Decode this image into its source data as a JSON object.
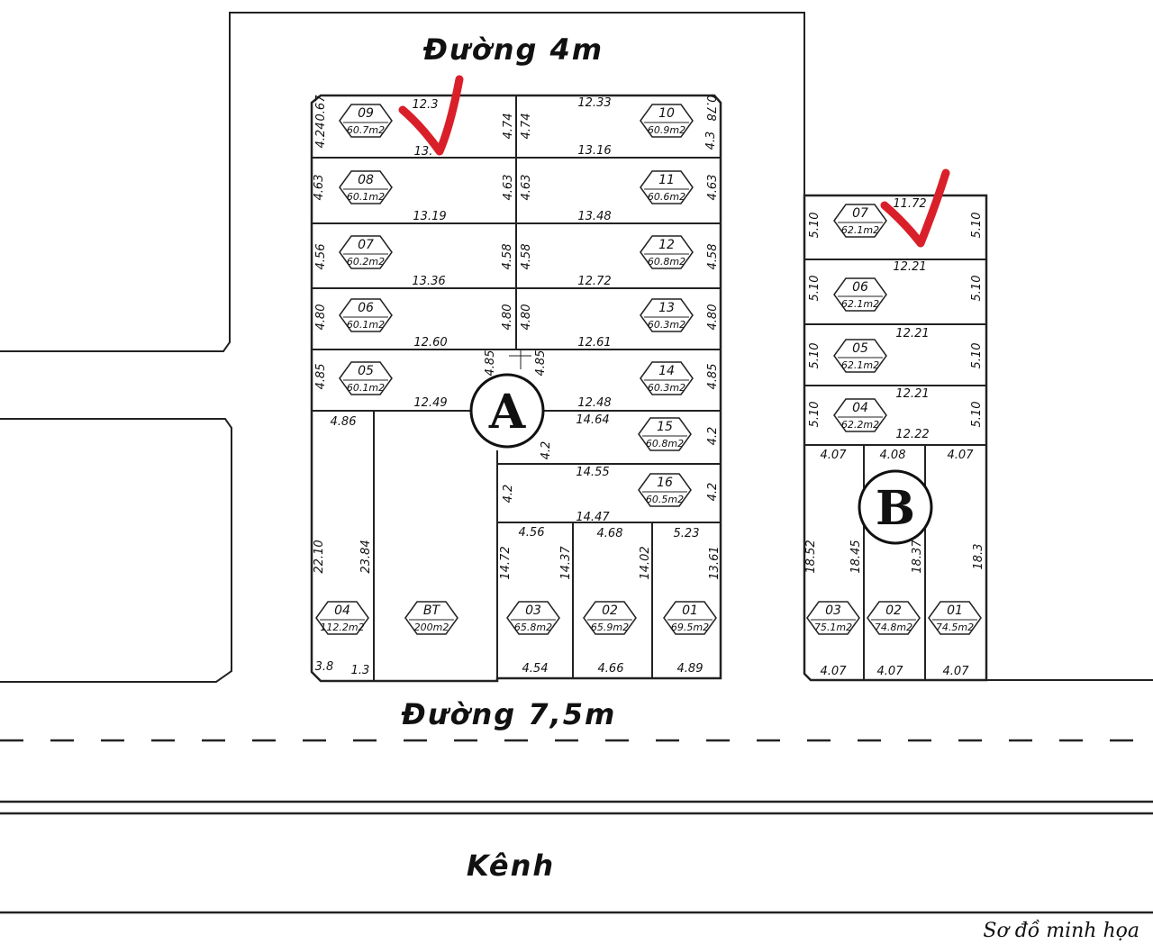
{
  "roads": {
    "top": "Đường 4m",
    "main": "Đường 7,5m",
    "canal": "Kênh"
  },
  "caption": "Sơ đồ minh họa",
  "block_a": {
    "label": "A",
    "lots": [
      {
        "no": "09",
        "area": "60.7m2"
      },
      {
        "no": "08",
        "area": "60.1m2"
      },
      {
        "no": "07",
        "area": "60.2m2"
      },
      {
        "no": "06",
        "area": "60.1m2"
      },
      {
        "no": "05",
        "area": "60.1m2"
      },
      {
        "no": "10",
        "area": "60.9m2"
      },
      {
        "no": "11",
        "area": "60.6m2"
      },
      {
        "no": "12",
        "area": "60.8m2"
      },
      {
        "no": "13",
        "area": "60.3m2"
      },
      {
        "no": "14",
        "area": "60.3m2"
      },
      {
        "no": "15",
        "area": "60.8m2"
      },
      {
        "no": "16",
        "area": "60.5m2"
      },
      {
        "no": "04",
        "area": "112.2m2"
      },
      {
        "no": "BT",
        "area": "200m2"
      },
      {
        "no": "03",
        "area": "65.8m2"
      },
      {
        "no": "02",
        "area": "65.9m2"
      },
      {
        "no": "01",
        "area": "69.5m2"
      }
    ],
    "dims": [
      "12.3",
      "13.",
      "12.33",
      "13.16",
      "13.19",
      "13.48",
      "13.36",
      "12.72",
      "12.60",
      "12.61",
      "12.49",
      "12.48",
      "14.64",
      "14.55",
      "14.47",
      "0.67",
      "4.24",
      "0.78",
      "4.3",
      "4.74",
      "4.74",
      "4.63",
      "4.63",
      "4.63",
      "4.63",
      "4.56",
      "4.58",
      "4.58",
      "4.58",
      "4.80",
      "4.80",
      "4.80",
      "4.80",
      "4.85",
      "4.85",
      "4.85",
      "4.85",
      "4.2",
      "4.2",
      "4.2",
      "4.2",
      "4.86",
      "22.10",
      "23.84",
      "3.8",
      "1.3",
      "4.56",
      "4.68",
      "5.23",
      "14.72",
      "14.37",
      "14.02",
      "13.61",
      "4.54",
      "4.66",
      "4.89"
    ]
  },
  "block_b": {
    "label": "B",
    "lots": [
      {
        "no": "07",
        "area": "62.1m2"
      },
      {
        "no": "06",
        "area": "62.1m2"
      },
      {
        "no": "05",
        "area": "62.1m2"
      },
      {
        "no": "04",
        "area": "62.2m2"
      },
      {
        "no": "03",
        "area": "75.1m2"
      },
      {
        "no": "02",
        "area": "74.8m2"
      },
      {
        "no": "01",
        "area": "74.5m2"
      }
    ],
    "dims": [
      "11.72",
      "12.21",
      "12.21",
      "12.21",
      "12.22",
      "5.10",
      "5.10",
      "5.10",
      "5.10",
      "5.10",
      "5.10",
      "5.10",
      "5.10",
      "4.07",
      "4.08",
      "4.07",
      "18.52",
      "18.45",
      "18.37",
      "18.3",
      "4.07",
      "4.07",
      "4.07"
    ]
  },
  "colors": {
    "line": "#222222",
    "checkmark": "#d9202a"
  }
}
